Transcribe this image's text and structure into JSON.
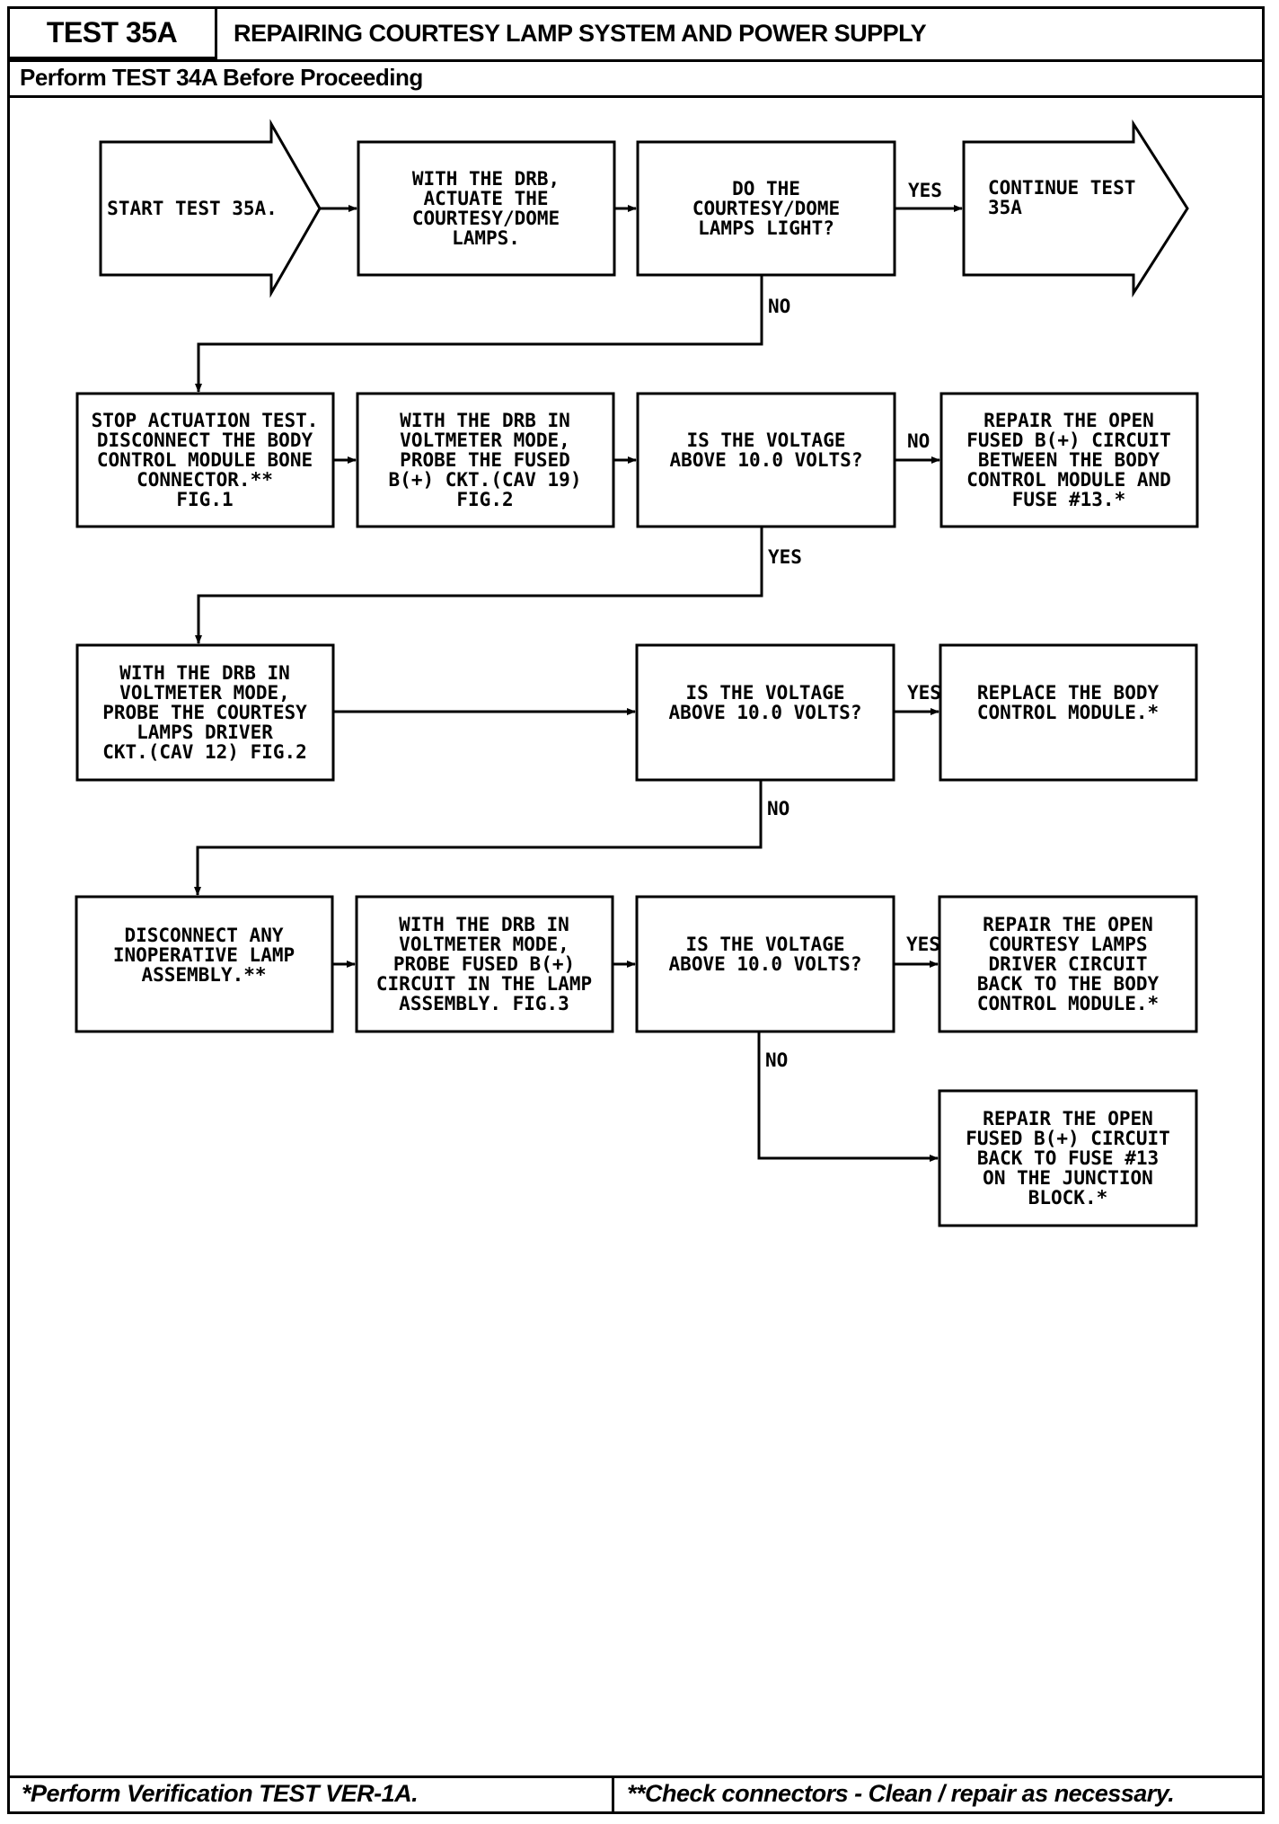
{
  "header": {
    "test_id": "TEST 35A",
    "title": "REPAIRING COURTESY LAMP SYSTEM AND POWER SUPPLY",
    "subtitle": "Perform TEST 34A Before Proceeding"
  },
  "flowchart": {
    "start": [
      "START TEST 35A."
    ],
    "actuate": [
      "WITH THE DRB,",
      "ACTUATE THE",
      "COURTESY/DOME",
      "LAMPS."
    ],
    "lamps_light": [
      "DO THE",
      "COURTESY/DOME",
      "LAMPS LIGHT?"
    ],
    "continue": [
      "CONTINUE TEST",
      "35A"
    ],
    "stop_actuation": [
      "STOP ACTUATION TEST.",
      "DISCONNECT THE BODY",
      "CONTROL MODULE BONE",
      "CONNECTOR.**",
      "FIG.1"
    ],
    "probe_fused": [
      "WITH THE DRB IN",
      "VOLTMETER MODE,",
      "PROBE THE FUSED",
      "B(+) CKT.(CAV 19)",
      "FIG.2"
    ],
    "voltage_q1": [
      "IS THE VOLTAGE",
      "ABOVE 10.0 VOLTS?"
    ],
    "repair_fused_bcm": [
      "REPAIR THE OPEN",
      "FUSED B(+) CIRCUIT",
      "BETWEEN THE BODY",
      "CONTROL MODULE AND",
      "FUSE #13.*"
    ],
    "probe_courtesy": [
      "WITH THE DRB IN",
      "VOLTMETER MODE,",
      "PROBE THE COURTESY",
      "LAMPS DRIVER",
      "CKT.(CAV 12) FIG.2"
    ],
    "voltage_q2": [
      "IS THE VOLTAGE",
      "ABOVE 10.0 VOLTS?"
    ],
    "replace_bcm": [
      "REPLACE THE BODY",
      "CONTROL MODULE.*"
    ],
    "disconnect_lamp": [
      "DISCONNECT ANY",
      "INOPERATIVE LAMP",
      "ASSEMBLY.**"
    ],
    "probe_lamp": [
      "WITH THE DRB IN",
      "VOLTMETER MODE,",
      "PROBE FUSED B(+)",
      "CIRCUIT IN THE LAMP",
      "ASSEMBLY. FIG.3"
    ],
    "voltage_q3": [
      "IS THE VOLTAGE",
      "ABOVE 10.0 VOLTS?"
    ],
    "repair_driver": [
      "REPAIR THE OPEN",
      "COURTESY LAMPS",
      "DRIVER CIRCUIT",
      "BACK TO THE BODY",
      "CONTROL MODULE.*"
    ],
    "repair_fused_junction": [
      "REPAIR THE OPEN",
      "FUSED B(+) CIRCUIT",
      "BACK TO FUSE #13",
      "ON THE JUNCTION",
      "BLOCK.*"
    ],
    "labels": {
      "yes_1": "YES",
      "no_1": "NO",
      "no_2": "NO",
      "yes_2": "YES",
      "yes_3": "YES",
      "no_3": "NO",
      "yes_4": "YES",
      "no_4": "NO"
    }
  },
  "footer": {
    "left": "*Perform Verification TEST VER-1A.",
    "right": "**Check connectors - Clean / repair as necessary."
  }
}
